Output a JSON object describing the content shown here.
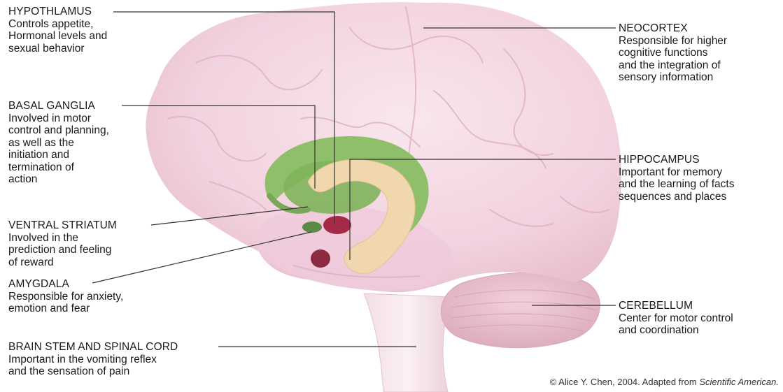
{
  "labels": {
    "hypothalamus": {
      "title": "HYPOTHLAMUS",
      "desc": "Controls appetite,\nHormonal levels and\nsexual behavior"
    },
    "basal_ganglia": {
      "title": "BASAL GANGLIA",
      "desc": "Involved in motor\ncontrol and planning,\nas well as the\ninitiation and\ntermination of\naction"
    },
    "ventral_striatum": {
      "title": "VENTRAL STRIATUM",
      "desc": "Involved in the\nprediction and feeling\nof reward"
    },
    "amygdala": {
      "title": "AMYGDALA",
      "desc": "Responsible for anxiety,\nemotion and fear"
    },
    "brain_stem": {
      "title": "BRAIN STEM AND SPINAL CORD",
      "desc": "Important in the vomiting reflex\nand the sensation of pain"
    },
    "neocortex": {
      "title": "NEOCORTEX",
      "desc": "Responsible for higher\ncognitive functions\nand the integration of\nsensory information"
    },
    "hippocampus": {
      "title": "HIPPOCAMPUS",
      "desc": "Important for memory\nand the learning of facts\nsequences and places"
    },
    "cerebellum": {
      "title": "CEREBELLUM",
      "desc": "Center for motor control\nand coordination"
    }
  },
  "credit": {
    "text": "© Alice Y. Chen, 2004. Adapted from ",
    "source": "Scientific American."
  },
  "colors": {
    "cortex": "#f2d2df",
    "cortex_fold": "#e6b8ca",
    "basal_ganglia": "#8fbf6a",
    "hippocampus": "#f1d7ad",
    "hypothalamus": "#a52a48",
    "cerebellum": "#e9bccb",
    "leader": "#333333"
  }
}
